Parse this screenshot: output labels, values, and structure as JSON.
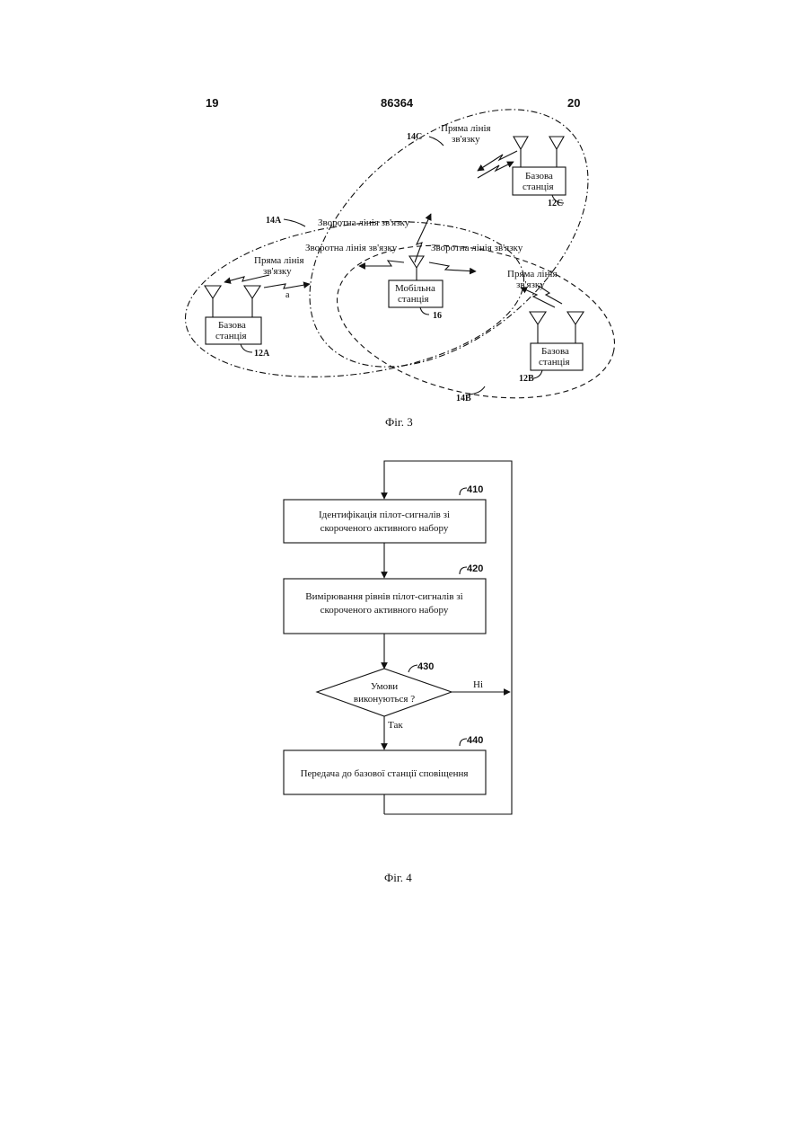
{
  "header": {
    "left_page": "19",
    "doc_number": "86364",
    "right_page": "20"
  },
  "fig3": {
    "caption": "Фіг. 3",
    "cell_a_ref": "14A",
    "cell_b_ref": "14B",
    "cell_c_ref": "14C",
    "base_a": {
      "line1": "Базова",
      "line2": "станція",
      "ref": "12A"
    },
    "base_b": {
      "line1": "Базова",
      "line2": "станція",
      "ref": "12B"
    },
    "base_c": {
      "line1": "Базова",
      "line2": "станція",
      "ref": "12C"
    },
    "mobile": {
      "line1": "Мобільна",
      "line2": "станція",
      "ref": "16"
    },
    "forward_link_c": {
      "line1": "Пряма лінія",
      "line2": "зв'язку"
    },
    "forward_link_a": {
      "line1": "Пряма лінія",
      "line2": "зв'язку"
    },
    "forward_link_b": {
      "line1": "Пряма лінія",
      "line2": "зв'язку"
    },
    "reverse_link_top": "Зворотна лінія зв'язку",
    "reverse_link_left": "Зворотна лінія зв'язку",
    "reverse_link_right": "Зворотна лінія зв'язку",
    "marker_a": "a"
  },
  "fig4": {
    "caption": "Фіг. 4",
    "step_410": {
      "ref": "410",
      "line1": "Ідентифікація пілот-сигналів зі",
      "line2": "скороченого активного набору"
    },
    "step_420": {
      "ref": "420",
      "line1": "Вимірювання рівнів пілот-сигналів зі",
      "line2": "скороченого активного набору"
    },
    "step_430": {
      "ref": "430",
      "line1": "Умови",
      "line2": "виконуються ?"
    },
    "step_440": {
      "ref": "440",
      "line1": "Передача до базової станції сповіщення"
    },
    "branch_no": "Ні",
    "branch_yes": "Так"
  }
}
